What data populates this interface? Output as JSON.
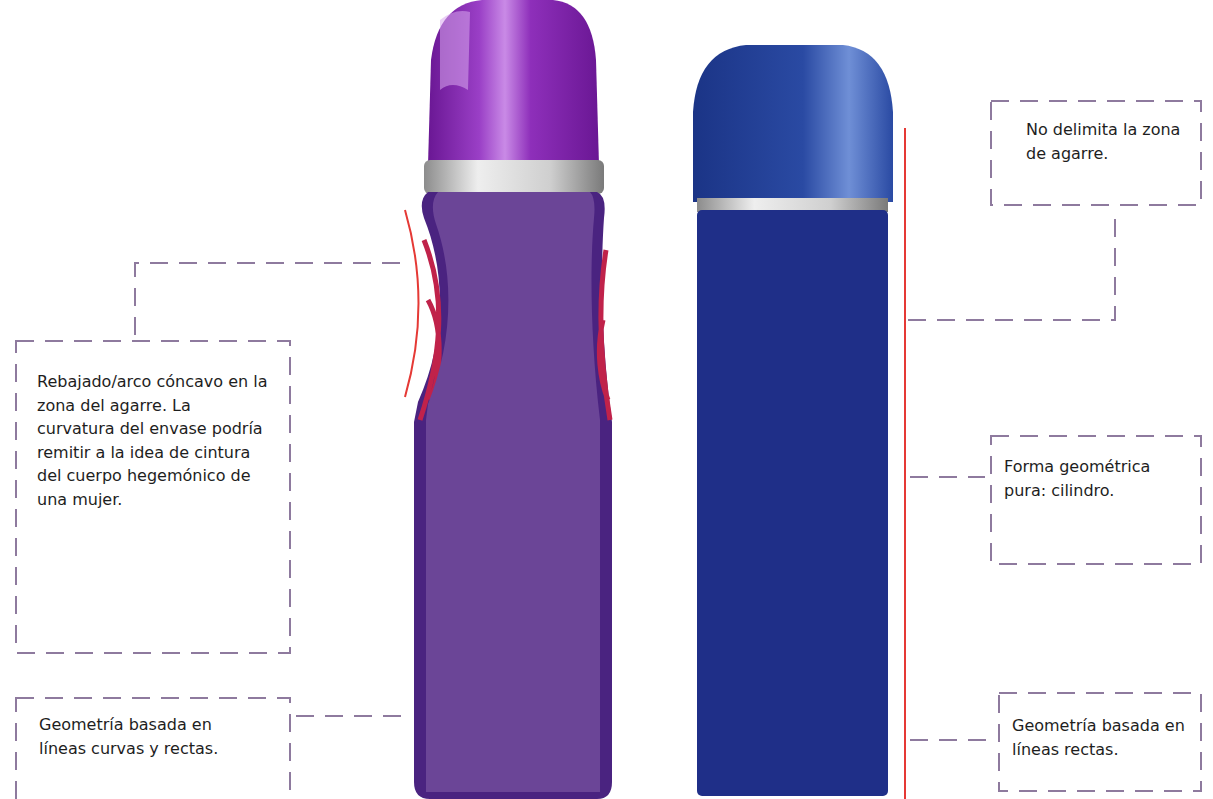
{
  "diagram": {
    "nodes": [
      {
        "text": [
          "No delimita la zona de agarre."
        ]
      },
      {
        "text": [
          "Rebajado/arco cóncavo en la zona del agarre. La curvatura del envase podría remitir a la idea de cintura del cuerpo hegemónico de una mujer."
        ]
      },
      {
        "text": [
          "Forma geométrica pura: cilindro."
        ]
      },
      {
        "text": [
          "Geometría basada en líneas curvas y rectas."
        ]
      },
      {
        "text": [
          "Geometría basada en líneas rectas."
        ]
      }
    ]
  }
}
